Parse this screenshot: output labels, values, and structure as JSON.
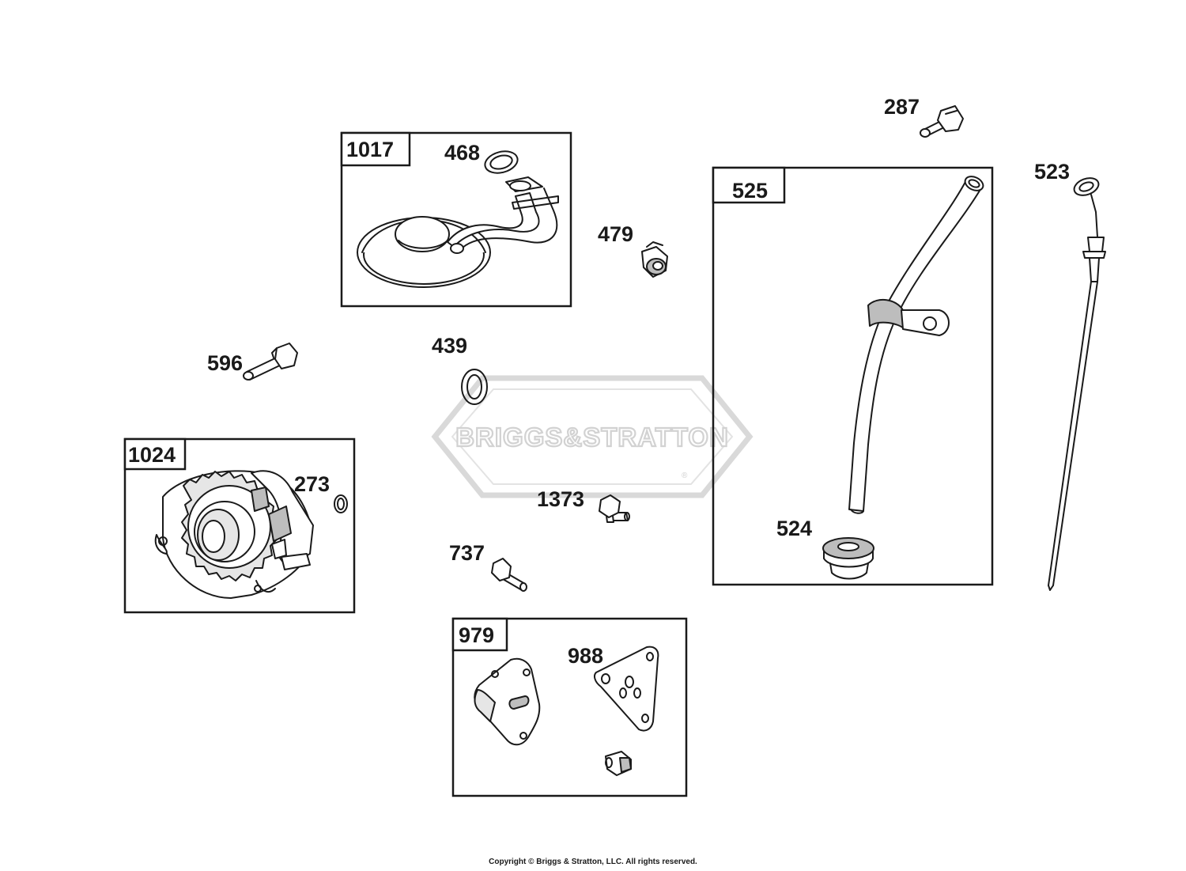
{
  "watermark": {
    "brand": "BRIGGS&STRATTON",
    "registered": "®",
    "color": "#d2d2d2"
  },
  "copyright": "Copyright © Briggs & Stratton, LLC. All rights reserved.",
  "groups": {
    "g1017": {
      "label": "1017"
    },
    "g525": {
      "label": "525"
    },
    "g1024": {
      "label": "1024"
    },
    "g979": {
      "label": "979"
    }
  },
  "parts": {
    "p287": "287",
    "p468": "468",
    "p523": "523",
    "p479": "479",
    "p596": "596",
    "p439": "439",
    "p273": "273",
    "p1373": "1373",
    "p524": "524",
    "p737": "737",
    "p988": "988"
  },
  "icons": {
    "oil-pickup": "oil-pickup-screen-icon",
    "dipstick-tube": "dipstick-tube-icon",
    "dipstick": "dipstick-icon",
    "oil-pump": "oil-pump-gear-icon",
    "filter-adapter": "oil-filter-adapter-icon"
  }
}
